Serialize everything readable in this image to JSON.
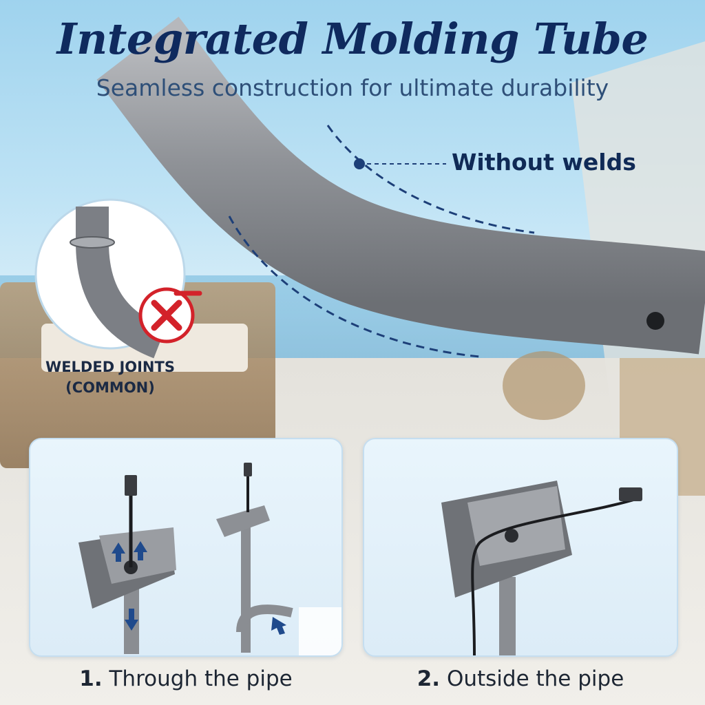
{
  "header": {
    "title": "Integrated Molding Tube",
    "subtitle": "Seamless construction for ultimate durability"
  },
  "callouts": {
    "seamless": "Without welds",
    "welded_line1": "WELDED JOINTS",
    "welded_line2": "(COMMON)"
  },
  "panels": [
    {
      "number": "1.",
      "label": "Through the pipe"
    },
    {
      "number": "2.",
      "label": "Outside the pipe"
    }
  ],
  "colors": {
    "title": "#0f2a5e",
    "accent_dash": "#1d3f78",
    "tube": "#8c8f94",
    "error_red": "#d3222a"
  },
  "icons": {
    "welded_mark": "x-cross-icon",
    "cable_direction": "arrow-icon"
  }
}
